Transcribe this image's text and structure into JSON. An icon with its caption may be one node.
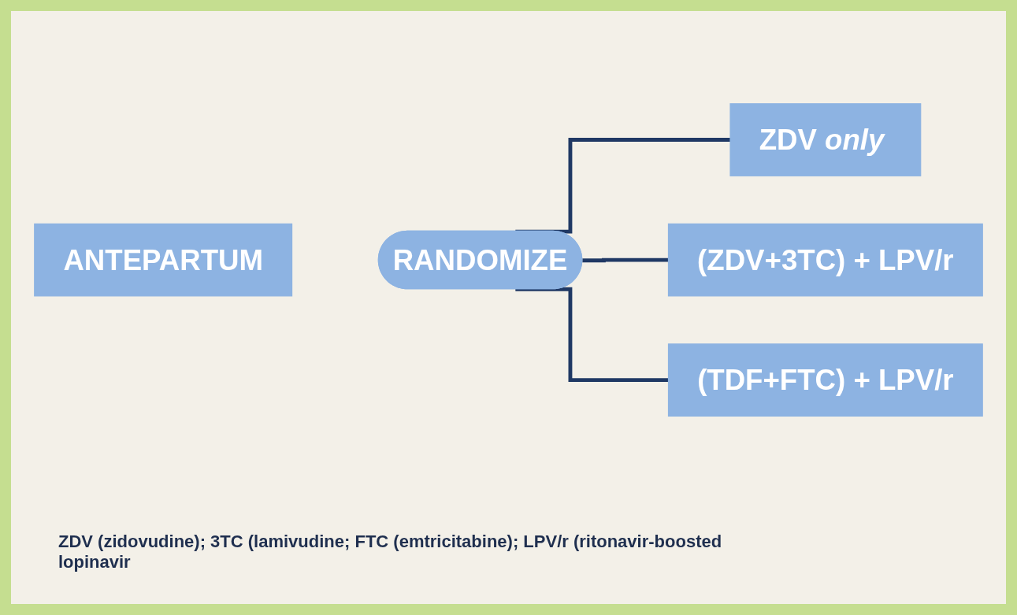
{
  "diagram": {
    "nodes": [
      {
        "text": [
          "ANTEPARTUM"
        ]
      },
      {
        "text": [
          "RANDOMIZE"
        ]
      },
      {
        "text": [
          "ZDV *only*"
        ]
      },
      {
        "text": [
          "(ZDV+3TC) + LPV/r"
        ]
      },
      {
        "text": [
          "(TDF+FTC) + LPV/r"
        ]
      }
    ],
    "edges": [
      {
        "from": 1,
        "to": 2,
        "arrow": "none"
      },
      {
        "from": 1,
        "to": 3,
        "arrow": "none"
      },
      {
        "from": 1,
        "to": 4,
        "arrow": "none"
      }
    ],
    "labels": [
      "ZDV (zidovudine); 3TC (lamivudine; FTC (emtricitabine); LPV/r (ritonavir-boosted lopinavir"
    ]
  }
}
